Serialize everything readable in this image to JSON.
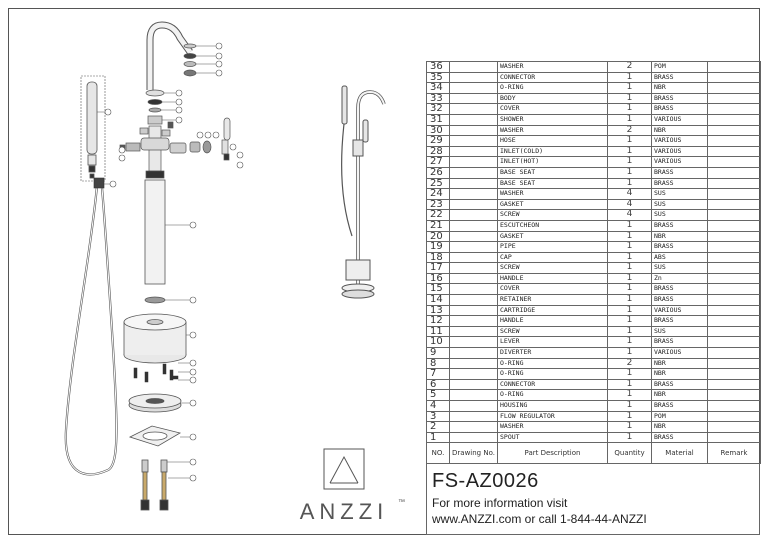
{
  "parts_table": {
    "headers": {
      "no": "NO.",
      "drawing_no": "Drawing No.",
      "description": "Part Description",
      "quantity": "Quantity",
      "material": "Material",
      "remark": "Remark"
    },
    "rows": [
      {
        "no": "36",
        "description": "WASHER",
        "quantity": "2",
        "material": "POM"
      },
      {
        "no": "35",
        "description": "CONNECTOR",
        "quantity": "1",
        "material": "BRASS"
      },
      {
        "no": "34",
        "description": "O-RING",
        "quantity": "1",
        "material": "NBR"
      },
      {
        "no": "33",
        "description": "BODY",
        "quantity": "1",
        "material": "BRASS"
      },
      {
        "no": "32",
        "description": "COVER",
        "quantity": "1",
        "material": "BRASS"
      },
      {
        "no": "31",
        "description": "SHOWER",
        "quantity": "1",
        "material": "VARIOUS"
      },
      {
        "no": "30",
        "description": "WASHER",
        "quantity": "2",
        "material": "NBR"
      },
      {
        "no": "29",
        "description": "HOSE",
        "quantity": "1",
        "material": "VARIOUS"
      },
      {
        "no": "28",
        "description": "INLET(COLD)",
        "quantity": "1",
        "material": "VARIOUS"
      },
      {
        "no": "27",
        "description": "INLET(HOT)",
        "quantity": "1",
        "material": "VARIOUS"
      },
      {
        "no": "26",
        "description": "BASE SEAT",
        "quantity": "1",
        "material": "BRASS"
      },
      {
        "no": "25",
        "description": "BASE SEAT",
        "quantity": "1",
        "material": "BRASS"
      },
      {
        "no": "24",
        "description": "WASHER",
        "quantity": "4",
        "material": "SUS"
      },
      {
        "no": "23",
        "description": "GASKET",
        "quantity": "4",
        "material": "SUS"
      },
      {
        "no": "22",
        "description": "SCREW",
        "quantity": "4",
        "material": "SUS"
      },
      {
        "no": "21",
        "description": "ESCUTCHEON",
        "quantity": "1",
        "material": "BRASS"
      },
      {
        "no": "20",
        "description": "GASKET",
        "quantity": "1",
        "material": "NBR"
      },
      {
        "no": "19",
        "description": "PIPE",
        "quantity": "1",
        "material": "BRASS"
      },
      {
        "no": "18",
        "description": "CAP",
        "quantity": "1",
        "material": "ABS"
      },
      {
        "no": "17",
        "description": "SCREW",
        "quantity": "1",
        "material": "SUS"
      },
      {
        "no": "16",
        "description": "HANDLE",
        "quantity": "1",
        "material": "Zn"
      },
      {
        "no": "15",
        "description": "COVER",
        "quantity": "1",
        "material": "BRASS"
      },
      {
        "no": "14",
        "description": "RETAINER",
        "quantity": "1",
        "material": "BRASS"
      },
      {
        "no": "13",
        "description": "CARTRIDGE",
        "quantity": "1",
        "material": "VARIOUS"
      },
      {
        "no": "12",
        "description": "HANDLE",
        "quantity": "1",
        "material": "BRASS"
      },
      {
        "no": "11",
        "description": "SCREW",
        "quantity": "1",
        "material": "SUS"
      },
      {
        "no": "10",
        "description": "LEVER",
        "quantity": "1",
        "material": "BRASS"
      },
      {
        "no": "9",
        "description": "DIVERTER",
        "quantity": "1",
        "material": "VARIOUS"
      },
      {
        "no": "8",
        "description": "O-RING",
        "quantity": "2",
        "material": "NBR"
      },
      {
        "no": "7",
        "description": "O-RING",
        "quantity": "1",
        "material": "NBR"
      },
      {
        "no": "6",
        "description": "CONNECTOR",
        "quantity": "1",
        "material": "BRASS"
      },
      {
        "no": "5",
        "description": "O-RING",
        "quantity": "1",
        "material": "NBR"
      },
      {
        "no": "4",
        "description": "HOUSING",
        "quantity": "1",
        "material": "BRASS"
      },
      {
        "no": "3",
        "description": "FLOW REGULATOR",
        "quantity": "1",
        "material": "POM"
      },
      {
        "no": "2",
        "description": "WASHER",
        "quantity": "1",
        "material": "NBR"
      },
      {
        "no": "1",
        "description": "SPOUT",
        "quantity": "1",
        "material": "BRASS"
      }
    ]
  },
  "title_block": {
    "model_code": "FS-AZ0026",
    "info_line1": "For more information visit",
    "info_line2": "www.ANZZI.com or call 1-844-44-ANZZI"
  },
  "brand": {
    "name": "ANZZI",
    "trademark": "™"
  },
  "colors": {
    "line": "#555555",
    "part_fill": "#cfcfcf",
    "dark_part": "#333333"
  }
}
